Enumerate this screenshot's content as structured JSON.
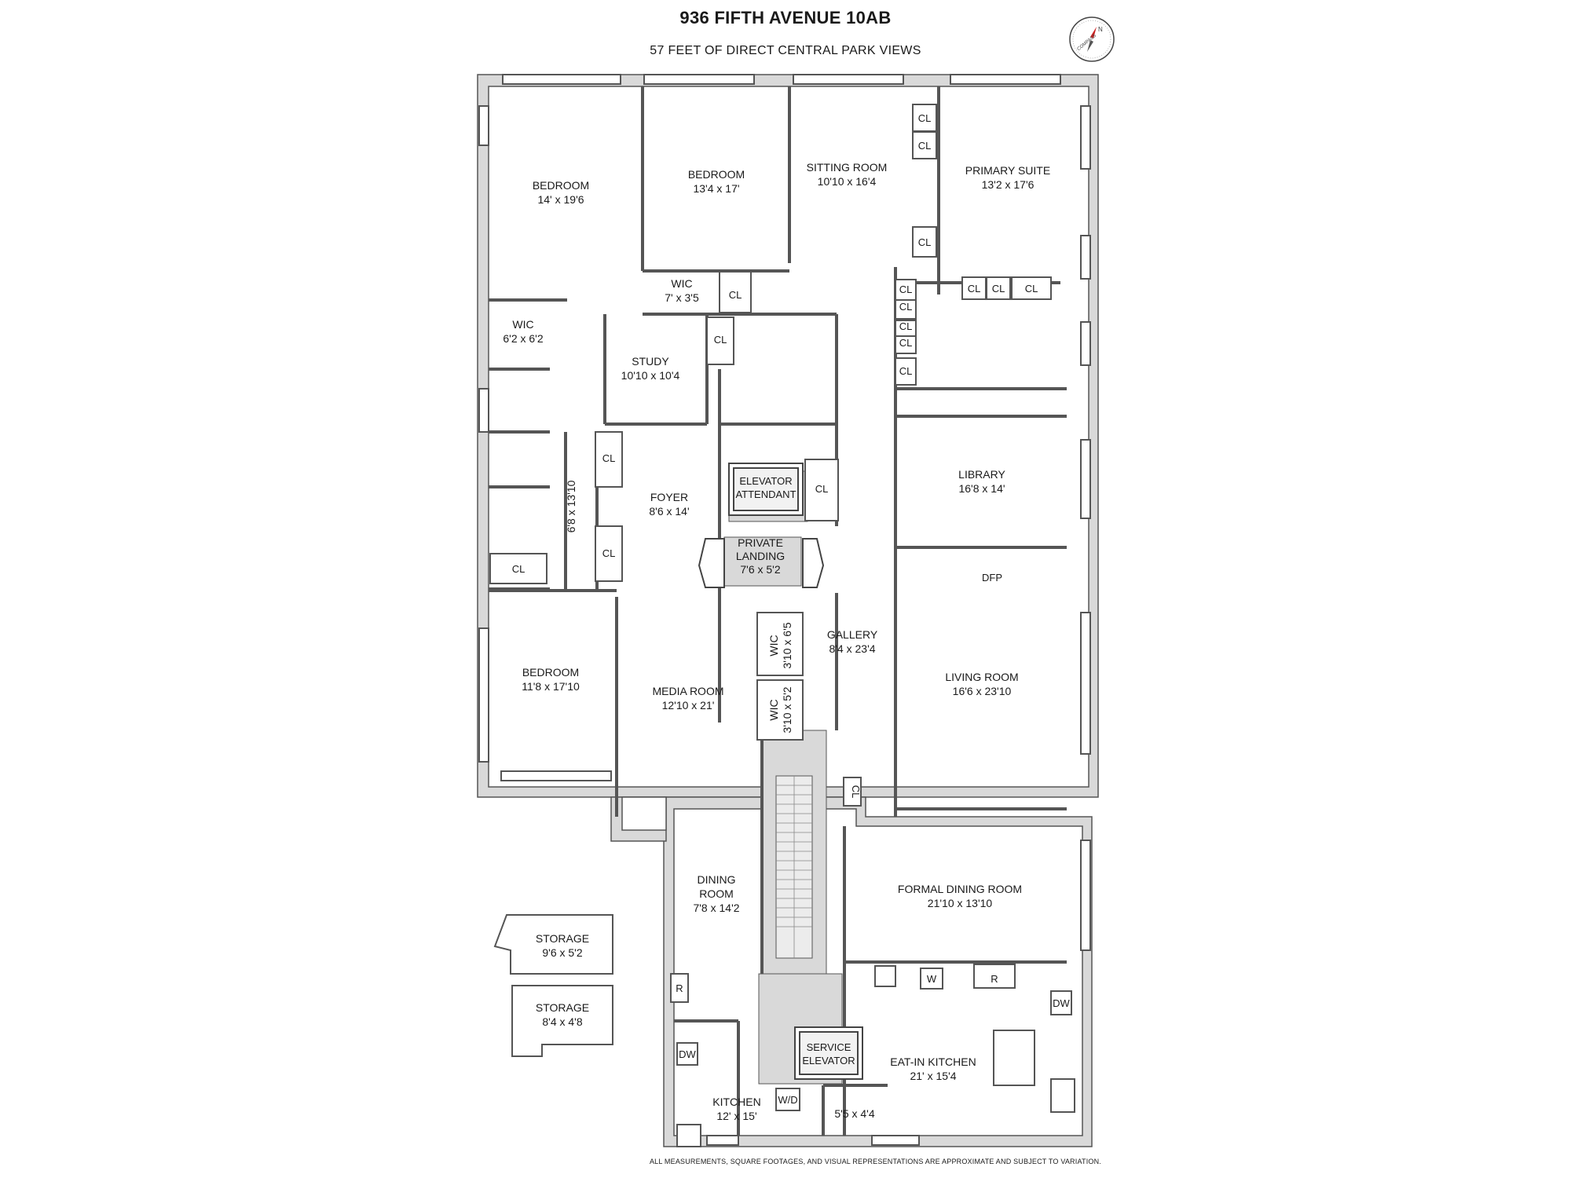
{
  "header": {
    "title": "936 FIFTH AVENUE 10AB",
    "subtitle": "57 FEET OF DIRECT CENTRAL PARK VIEWS"
  },
  "compass": {
    "label": "COMPASS",
    "north": "N"
  },
  "rooms": {
    "bedroom_nw": {
      "name": "BEDROOM",
      "size": "14' x 19'6"
    },
    "bedroom_n": {
      "name": "BEDROOM",
      "size": "13'4 x 17'"
    },
    "sitting_room": {
      "name": "SITTING ROOM",
      "size": "10'10 x 16'4"
    },
    "primary_suite": {
      "name": "PRIMARY SUITE",
      "size": "13'2 x 17'6"
    },
    "wic_1": {
      "name": "WIC",
      "size": "7' x 3'5"
    },
    "wic_2": {
      "name": "WIC",
      "size": "6'2 x 6'2"
    },
    "study": {
      "name": "STUDY",
      "size": "10'10 x 10'4"
    },
    "hall": {
      "size": "6'8 x 13'10"
    },
    "foyer": {
      "name": "FOYER",
      "size": "8'6 x 14'"
    },
    "elevator_attendant": {
      "line1": "ELEVATOR",
      "line2": "ATTENDANT"
    },
    "private_landing": {
      "line1": "PRIVATE",
      "line2": "LANDING",
      "size": "7'6 x 5'2"
    },
    "library": {
      "name": "LIBRARY",
      "size": "16'8 x 14'"
    },
    "gallery": {
      "name": "GALLERY",
      "size": "8'4 x 23'4"
    },
    "wic_3": {
      "name": "WIC",
      "size": "3'10 x 6'5"
    },
    "wic_4": {
      "name": "WIC",
      "size": "3'10 x 5'2"
    },
    "living_room": {
      "name": "LIVING ROOM",
      "size": "16'6 x 23'10",
      "fireplace": "DFP"
    },
    "bedroom_sw": {
      "name": "BEDROOM",
      "size": "11'8 x 17'10"
    },
    "media_room": {
      "name": "MEDIA ROOM",
      "size": "12'10 x 21'"
    },
    "dining_room": {
      "line1": "DINING",
      "line2": "ROOM",
      "size": "7'8 x 14'2"
    },
    "formal_dining": {
      "name": "FORMAL DINING ROOM",
      "size": "21'10 x 13'10"
    },
    "storage_1": {
      "name": "STORAGE",
      "size": "9'6 x 5'2"
    },
    "storage_2": {
      "name": "STORAGE",
      "size": "8'4 x 4'8"
    },
    "service_elevator": {
      "line1": "SERVICE",
      "line2": "ELEVATOR"
    },
    "eat_in_kitchen": {
      "name": "EAT-IN KITCHEN",
      "size": "21' x 15'4"
    },
    "kitchen": {
      "name": "KITCHEN",
      "size": "12' x 15'"
    },
    "pantry": {
      "size": "5'5 x 4'4"
    }
  },
  "fixtures": {
    "closet": "CL",
    "refrigerator": "R",
    "dishwasher": "DW",
    "washer": "W",
    "washer_dryer": "W/D"
  },
  "footer": {
    "disclaimer": "ALL MEASUREMENTS, SQUARE FOOTAGES, AND VISUAL REPRESENTATIONS ARE APPROXIMATE AND SUBJECT TO VARIATION."
  }
}
